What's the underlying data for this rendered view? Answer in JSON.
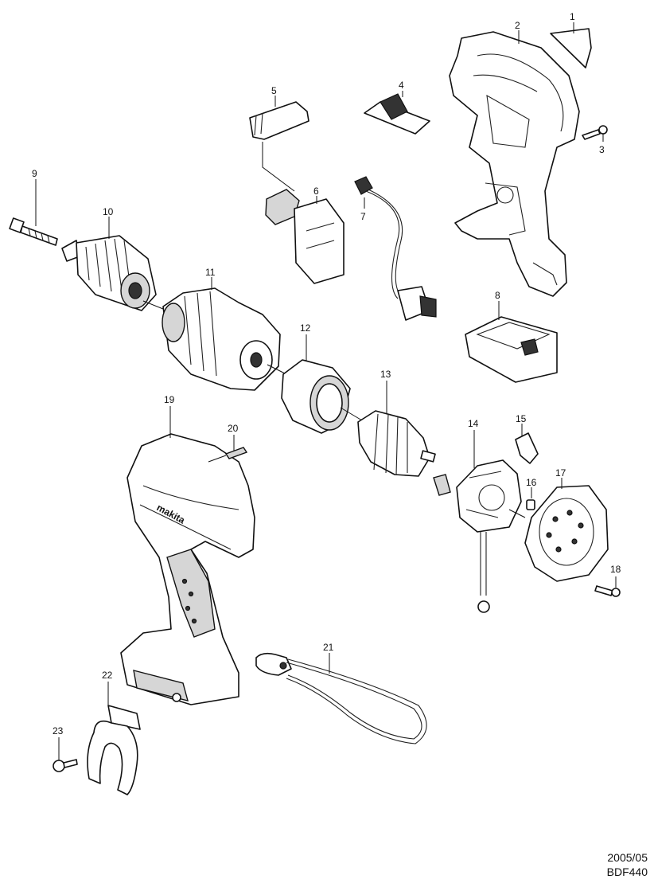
{
  "callouts": [
    "1",
    "2",
    "3",
    "4",
    "5",
    "6",
    "7",
    "8",
    "9",
    "10",
    "11",
    "12",
    "13",
    "14",
    "15",
    "16",
    "17",
    "18",
    "19",
    "20",
    "21",
    "22",
    "23"
  ],
  "brand_text": "makita",
  "footer": {
    "date": "2005/05",
    "model": "BDF440"
  }
}
